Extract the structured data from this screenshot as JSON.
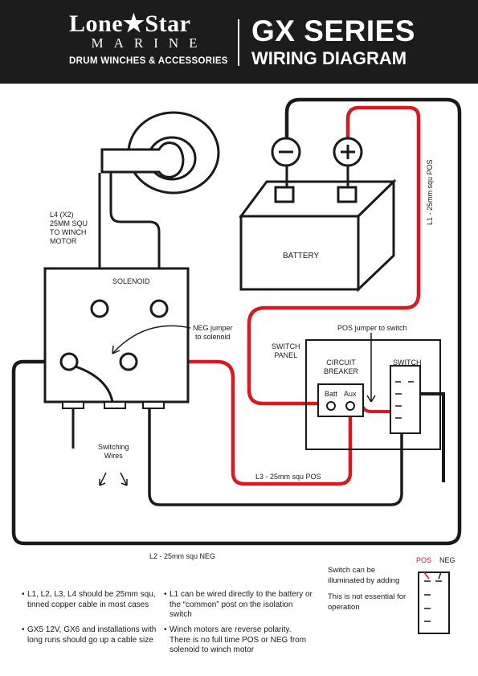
{
  "header": {
    "brand_name": "Lone★Star",
    "brand_sub": "MARINE",
    "brand_tagline": "DRUM WINCHES & ACCESSORIES",
    "series": "GX SERIES",
    "subtitle": "WIRING DIAGRAM"
  },
  "labels": {
    "motor_cable": [
      "L4 (X2)",
      "25MM SQU",
      "TO WINCH",
      "MOTOR"
    ],
    "solenoid": "SOLENOID",
    "battery": "BATTERY",
    "negative_symbol": "−",
    "positive_symbol": "+",
    "l1": "L1 - 25mm squ POS",
    "neg_jumper": [
      "NEG jumper",
      "to solenoid"
    ],
    "pos_jumper": "POS jumper to switch",
    "switch_panel": [
      "SWITCH",
      "PANEL"
    ],
    "circuit_breaker": [
      "CIRCUIT",
      "BREAKER"
    ],
    "batt": "Batt",
    "aux": "Aux",
    "switch": "SWITCH",
    "switching_wires": [
      "Switching",
      "Wires"
    ],
    "l3": "L3 - 25mm squ POS",
    "l2": "L2 - 25mm squ NEG",
    "legend_pos": "POS",
    "legend_neg": "NEG"
  },
  "colors": {
    "positive": "#d71920",
    "negative": "#1a1a1a",
    "header_bg": "#1d1c1c"
  },
  "notes": {
    "left": [
      "L1, L2, L3, L4 should be 25mm squ, tinned copper cable in most cases",
      "GX5 12V, GX6 and installations with long runs should go up a cable size"
    ],
    "right": [
      "L1 can be wired directly to the battery or the “common” post on the isolation switch",
      "Winch motors are reverse polarity. There is no full time POS or NEG from solenoid to winch motor"
    ],
    "illumination": "Switch can be illuminated by adding",
    "illumination_2": "This is not essential for operation"
  }
}
